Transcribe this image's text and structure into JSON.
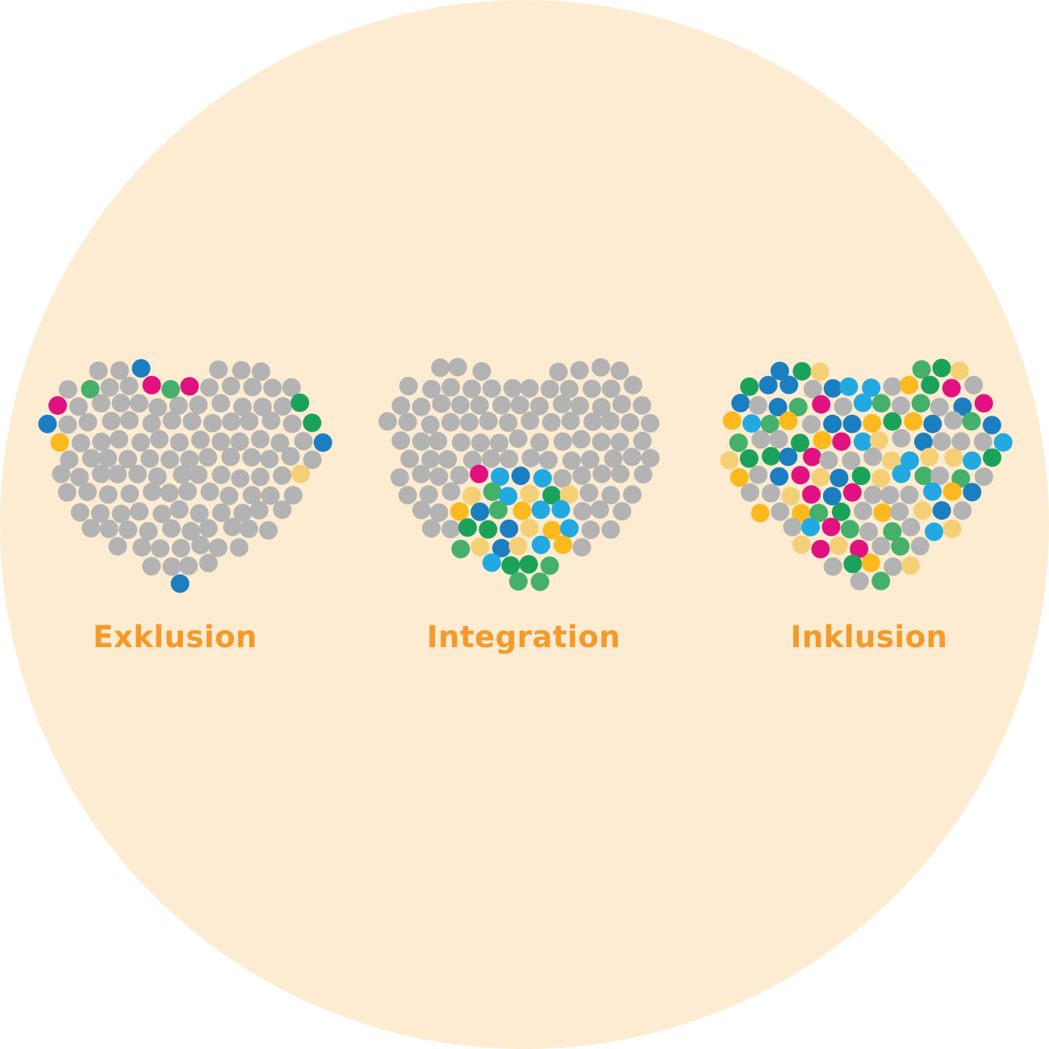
{
  "background_color": "#fdecd1",
  "label_color": "#f39a2b",
  "colors": {
    "gray": "#b3b3b3",
    "green_dark": "#1ba25a",
    "green": "#45b06c",
    "magenta": "#e1127f",
    "cyan": "#22a9e1",
    "blue": "#1a7ec1",
    "yellow_light": "#f5cf76",
    "yellow": "#fbb91d"
  },
  "hearts": [
    {
      "id": "exklusion",
      "label": "Exklusion",
      "mode": "edge"
    },
    {
      "id": "integration",
      "label": "Integration",
      "mode": "cluster"
    },
    {
      "id": "inklusion",
      "label": "Inklusion",
      "mode": "mixed"
    }
  ]
}
